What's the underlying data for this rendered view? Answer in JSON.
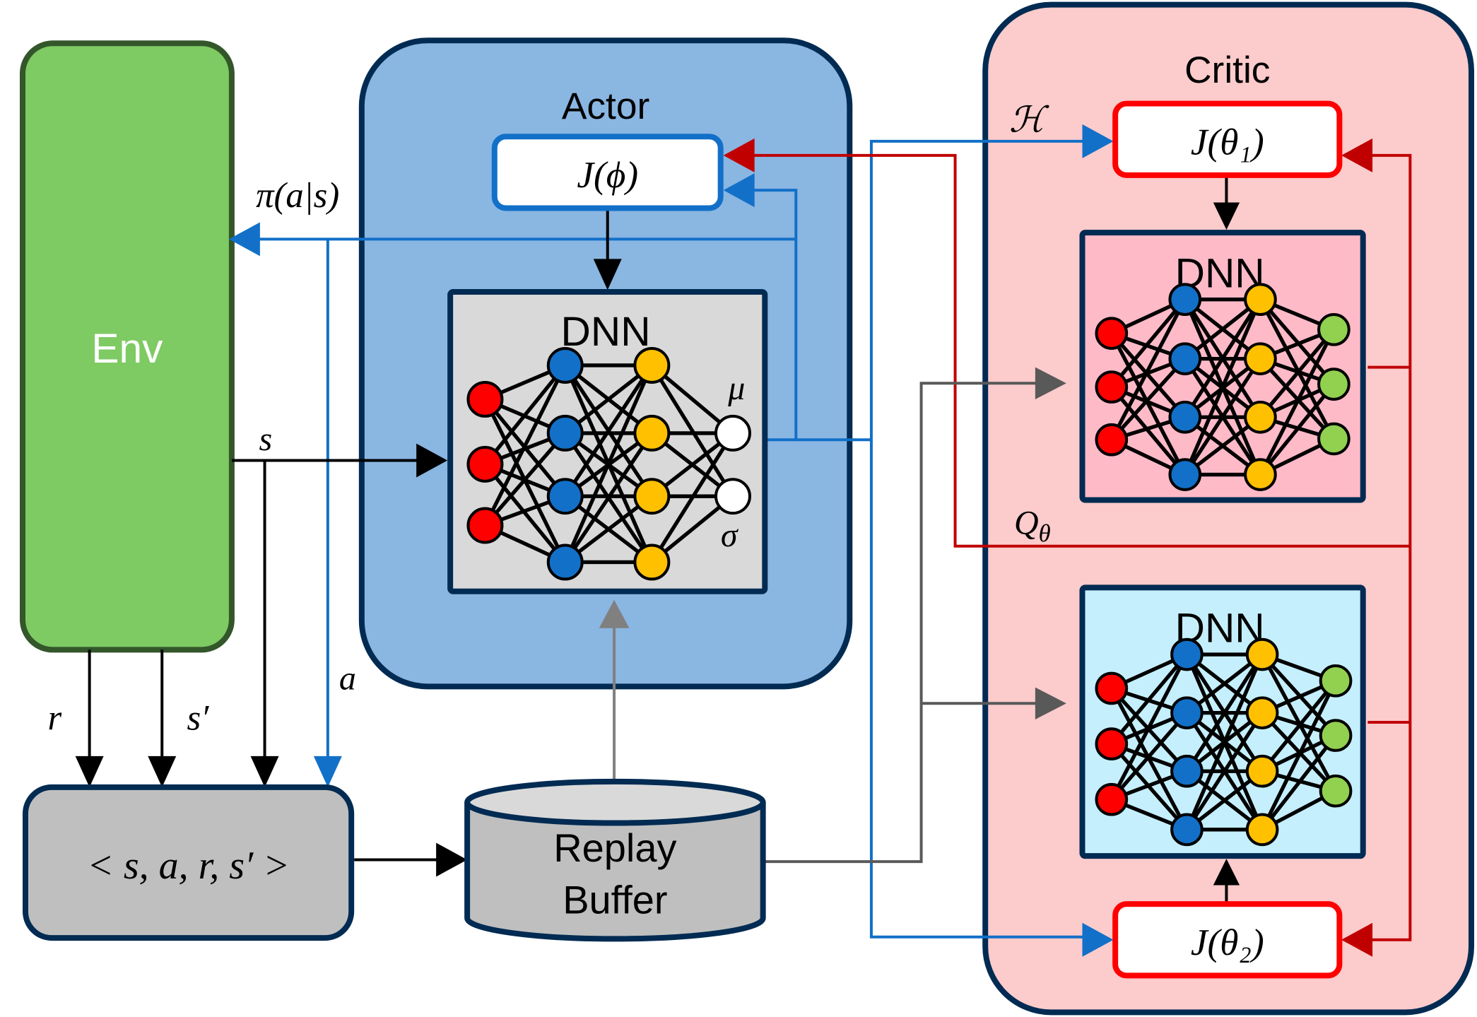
{
  "diagram": {
    "title": "Soft Actor-Critic architecture",
    "colors": {
      "env_fill": "#7ECA63",
      "env_stroke": "#33562A",
      "actor_fill": "#8AB6E2",
      "critic_fill": "#FCCBCB",
      "frame_stroke": "#012B52",
      "actor_dnn_fill": "#D9D9D9",
      "critic_dnn1_fill": "#FFBAC8",
      "critic_dnn2_fill": "#C5EFFD",
      "tuple_fill": "#BFBFBF",
      "buffer_fill": "#BFBFBF",
      "buffer_top_fill": "#D9D9D9",
      "blue_line": "#1270C8",
      "red_line": "#C00000",
      "red_box": "#FF0000",
      "gray_line": "#7F7F7F",
      "dark_gray_line": "#595959",
      "node_input": "#FF0000",
      "node_hidden1": "#1270C8",
      "node_hidden2": "#FFC000",
      "node_output_actor": "#FFFFFF",
      "node_output_critic": "#92D050"
    },
    "env": {
      "label": "Env"
    },
    "actor": {
      "label": "Actor",
      "loss": "J(ϕ)",
      "dnn_label": "DNN",
      "output_labels": [
        "μ",
        "σ"
      ]
    },
    "critic": {
      "label": "Critic",
      "loss1": "J(θ₁)",
      "loss2": "J(θ₂)",
      "dnn1_label": "DNN",
      "dnn2_label": "DNN"
    },
    "tuple": {
      "label": "< s, a, r, s′ >"
    },
    "replay_buffer": {
      "line1": "Replay",
      "line2": "Buffer"
    },
    "edge_labels": {
      "policy": "π(a|s)",
      "state": "s",
      "action": "a",
      "reward": "r",
      "next_state": "s′",
      "entropy": "ℋ",
      "q_value": "Q"
    },
    "q_subscript": "θ",
    "networks": {
      "actor_layers": [
        3,
        4,
        4,
        2
      ],
      "critic_layers": [
        3,
        4,
        4,
        3
      ]
    }
  }
}
